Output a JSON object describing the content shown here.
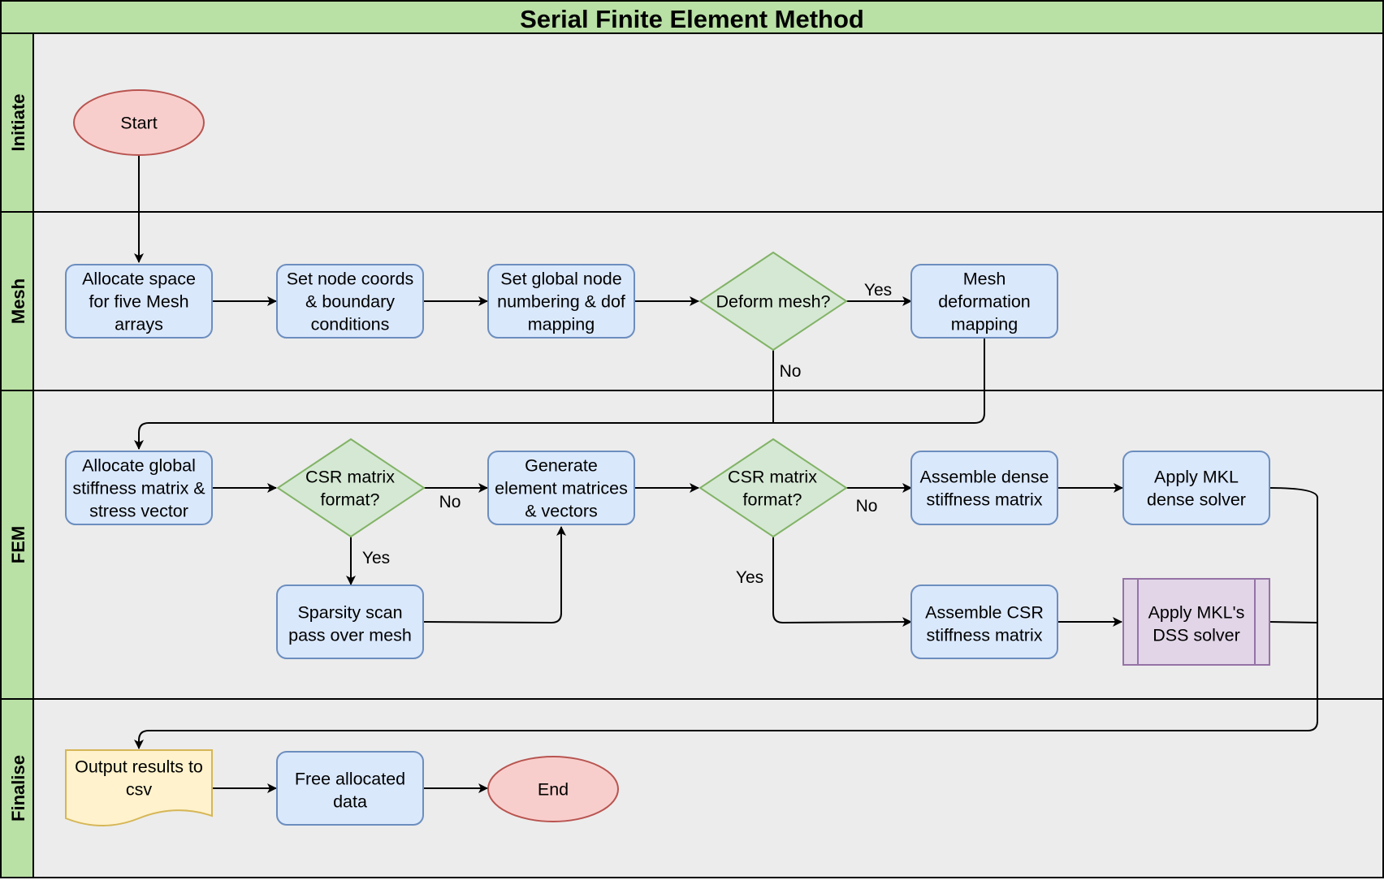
{
  "title": "Serial Finite Element Method",
  "lanes": {
    "initiate": "Initiate",
    "mesh": "Mesh",
    "fem": "FEM",
    "finalise": "Finalise"
  },
  "nodes": {
    "start": [
      "Start"
    ],
    "alloc_mesh": [
      "Allocate space",
      "for five Mesh",
      "arrays"
    ],
    "set_coords": [
      "Set node coords",
      "& boundary",
      "conditions"
    ],
    "set_numbering": [
      "Set global node",
      "numbering & dof",
      "mapping"
    ],
    "deform_decision": [
      "Deform mesh?"
    ],
    "mesh_deformation": [
      "Mesh",
      "deformation",
      "mapping"
    ],
    "alloc_stiffness": [
      "Allocate global",
      "stiffness matrix &",
      "stress vector"
    ],
    "csr_decision_1": [
      "CSR matrix",
      "format?"
    ],
    "generate_matrices": [
      "Generate",
      "element matrices",
      "& vectors"
    ],
    "csr_decision_2": [
      "CSR matrix",
      "format?"
    ],
    "assemble_dense": [
      "Assemble dense",
      "stiffness matrix"
    ],
    "apply_dense_solver": [
      "Apply MKL",
      "dense solver"
    ],
    "sparsity_scan": [
      "Sparsity scan",
      "pass over mesh"
    ],
    "assemble_csr": [
      "Assemble CSR",
      "stiffness matrix"
    ],
    "apply_dss_solver": [
      "Apply MKL's",
      "DSS solver"
    ],
    "output_csv": [
      "Output results to",
      "csv"
    ],
    "free_data": [
      "Free allocated",
      "data"
    ],
    "end": [
      "End"
    ]
  },
  "edge_labels": {
    "deform_yes": "Yes",
    "deform_no": "No",
    "csr1_no": "No",
    "csr1_yes": "Yes",
    "csr2_no": "No",
    "csr2_yes": "Yes"
  },
  "colors": {
    "lane_header": "#b9e0a5",
    "lane_body": "#ececec",
    "process_fill": "#dae8fc",
    "process_stroke": "#6c8ebf",
    "decision_fill": "#d5e8d4",
    "decision_stroke": "#82b366",
    "terminal_fill": "#f8cecc",
    "terminal_stroke": "#b85450",
    "document_fill": "#fff2cc",
    "document_stroke": "#d6b656",
    "subprocess_fill": "#e1d5e7",
    "subprocess_stroke": "#9673a6"
  }
}
